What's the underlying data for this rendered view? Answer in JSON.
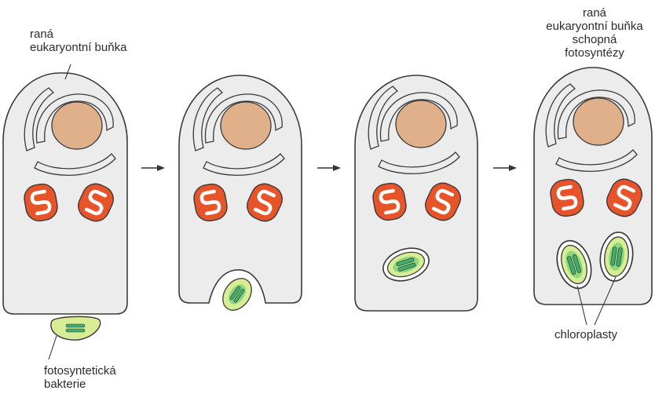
{
  "labels": {
    "early_cell": [
      "raná",
      "eukaryontní buňka"
    ],
    "photosynthetic_cell": [
      "raná",
      "eukaryontní buňka",
      "schopná",
      "fotosyntézy"
    ],
    "bacterium": [
      "fotosyntetická",
      "bakterie"
    ],
    "chloroplasts": "chloroplasty"
  },
  "colors": {
    "cytoplasm": "#ececec",
    "outline": "#3a3a3a",
    "nucleus": "#e0b08a",
    "mitochondrion": "#e8542a",
    "chloroplast_outer": "#d8ee96",
    "chloroplast_inner": "#8fd67c",
    "thylakoid": "#3fb06a",
    "arrow": "#333333"
  }
}
